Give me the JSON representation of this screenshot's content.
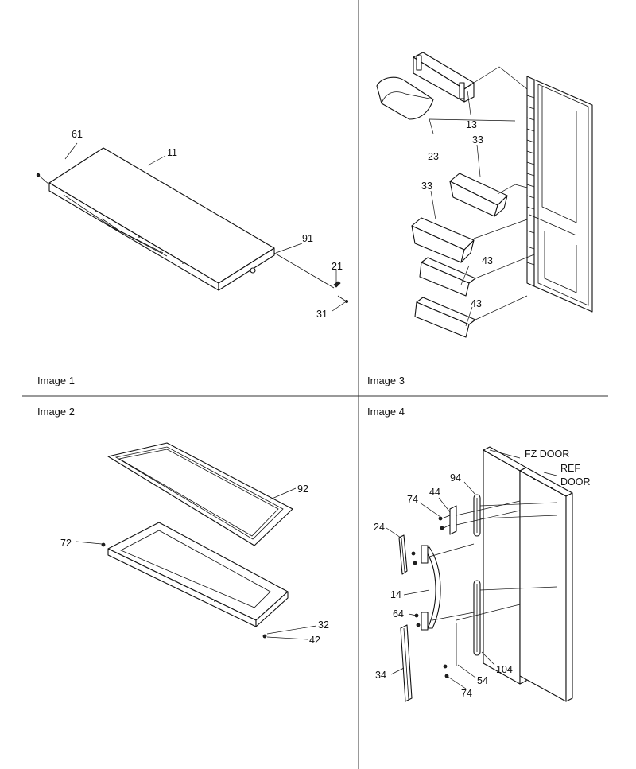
{
  "panels": [
    {
      "caption": "Image 1",
      "labels": [
        "61",
        "11",
        "91",
        "21",
        "31"
      ]
    },
    {
      "caption": "Image 3",
      "labels": [
        "13",
        "23",
        "33",
        "33",
        "43",
        "43"
      ]
    },
    {
      "caption": "Image 2",
      "labels": [
        "92",
        "72",
        "32",
        "42"
      ]
    },
    {
      "caption": "Image 4",
      "labels": [
        "FZ DOOR",
        "REF",
        "DOOR",
        "94",
        "44",
        "74",
        "24",
        "14",
        "64",
        "34",
        "104",
        "54",
        "74"
      ]
    }
  ]
}
